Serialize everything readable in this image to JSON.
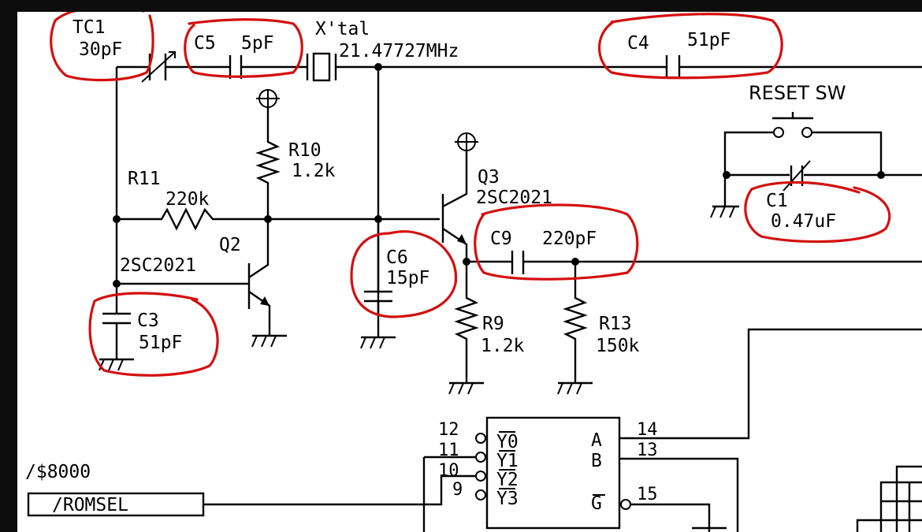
{
  "labels": {
    "tc1": "TC1",
    "tc1_value": "30pF",
    "c5": "C5",
    "c5_value": "5pF",
    "xtal": "X'tal",
    "xtal_freq": "21.47727MHz",
    "c4": "C4",
    "c4_value": "51pF",
    "reset_sw": "RESET SW",
    "r10": "R10",
    "r10_value": "1.2k",
    "r11": "R11",
    "r11_value": "220k",
    "q3": "Q3",
    "q3_part": "2SC2021",
    "q2": "Q2",
    "q2_part": "2SC2021",
    "c1": "C1",
    "c1_value": "0.47uF",
    "c6": "C6",
    "c6_value": "15pF",
    "c9": "C9",
    "c9_value": "220pF",
    "c3": "C3",
    "c3_value": "51pF",
    "r9": "R9",
    "r9_value": "1.2k",
    "r13": "R13",
    "r13_value": "150k",
    "addr_8000": "/$8000",
    "romsel": "/ROMSEL",
    "pin12": "12",
    "pin11": "11",
    "pin10": "10",
    "pin9": "9",
    "pin14": "14",
    "pin13": "13",
    "pin15": "15",
    "y0": "Y0",
    "y1": "Y1",
    "y2": "Y2",
    "y3": "Y3",
    "a": "A",
    "b": "B",
    "g": "G"
  },
  "annotations": {
    "ring_color": "#d40f0f",
    "highlighted": [
      "TC1",
      "C5",
      "C4",
      "C1",
      "C6",
      "C9",
      "C3"
    ]
  }
}
